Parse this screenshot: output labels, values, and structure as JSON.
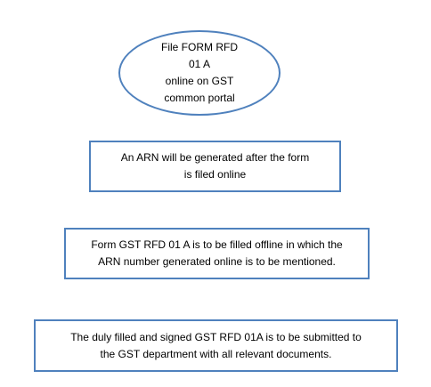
{
  "flowchart": {
    "steps": [
      {
        "shape": "ellipse",
        "lines": [
          "File FORM RFD 01 A",
          "online on GST",
          "common portal"
        ]
      },
      {
        "shape": "rectangle",
        "lines": [
          "An ARN will be generated after the form",
          "is filed online"
        ]
      },
      {
        "shape": "rectangle",
        "lines": [
          "Form GST RFD 01  A is to be filled offline in which the",
          "ARN number generated online is to be mentioned."
        ]
      },
      {
        "shape": "rectangle",
        "lines": [
          "The duly filled and signed GST RFD 01A  is to be submitted to",
          "the GST department with all relevant documents."
        ]
      }
    ],
    "colors": {
      "border": "#4f81bd",
      "text": "#000000",
      "background": "#ffffff"
    }
  }
}
